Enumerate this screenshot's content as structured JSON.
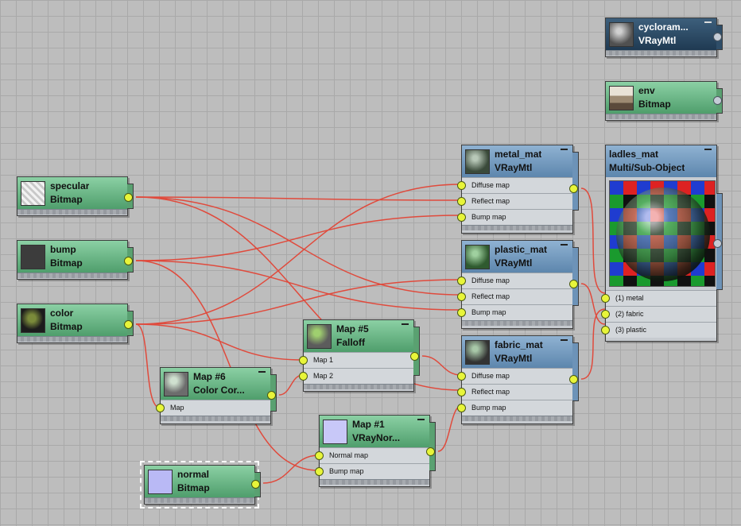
{
  "nodes": {
    "specular": {
      "title": "specular",
      "type": "Bitmap"
    },
    "bump": {
      "title": "bump",
      "type": "Bitmap"
    },
    "color": {
      "title": "color",
      "type": "Bitmap"
    },
    "normal": {
      "title": "normal",
      "type": "Bitmap"
    },
    "map6": {
      "title": "Map #6",
      "type": "Color Cor...",
      "slots": [
        "Map"
      ]
    },
    "map5": {
      "title": "Map #5",
      "type": "Falloff",
      "slots": [
        "Map 1",
        "Map 2"
      ]
    },
    "map1": {
      "title": "Map #1",
      "type": "VRayNor...",
      "slots": [
        "Normal map",
        "Bump map"
      ]
    },
    "metal_mat": {
      "title": "metal_mat",
      "type": "VRayMtl",
      "slots": [
        "Diffuse map",
        "Reflect map",
        "Bump map"
      ]
    },
    "plastic_mat": {
      "title": "plastic_mat",
      "type": "VRayMtl",
      "slots": [
        "Diffuse map",
        "Reflect map",
        "Bump map"
      ]
    },
    "fabric_mat": {
      "title": "fabric_mat",
      "type": "VRayMtl",
      "slots": [
        "Diffuse map",
        "Reflect map",
        "Bump map"
      ]
    },
    "ladles_mat": {
      "title": "ladles_mat",
      "type": "Multi/Sub-Object",
      "slots": [
        "(1) metal",
        "(2) fabric",
        "(3) plastic"
      ]
    },
    "cyclorama": {
      "title": "cycloram...",
      "type": "VRayMtl"
    },
    "env": {
      "title": "env",
      "type": "Bitmap"
    }
  },
  "colors": {
    "wire": "#e04a3c",
    "port": "#e8f53a",
    "map_header": "#5aa171",
    "material_header": "#6d93b8",
    "selected_header": "#2e4d68",
    "canvas": "#bdbdbd"
  }
}
